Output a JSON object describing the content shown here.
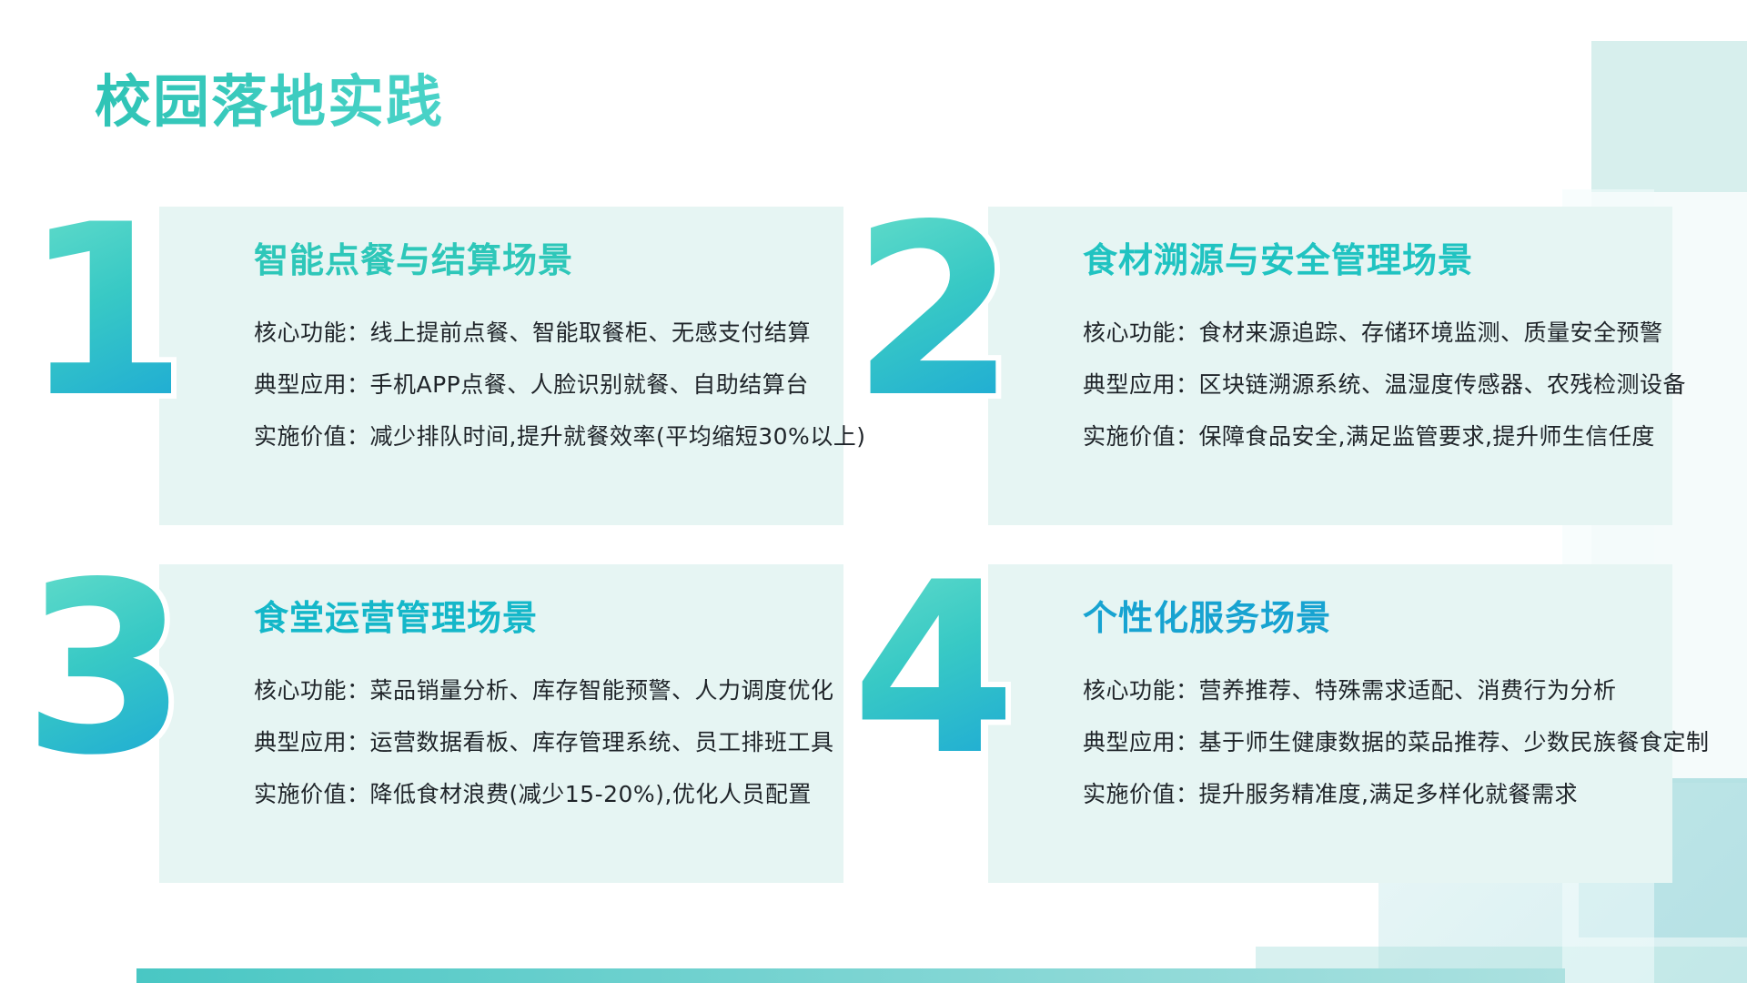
{
  "page": {
    "title": "校园落地实践"
  },
  "colors": {
    "accent_teal": "#33C9BC",
    "card_bg": "#E6F5F3",
    "body_text": "#1F2429",
    "num_grad_start": "#62DCCA",
    "num_grad_mid": "#38C9C5",
    "num_grad_end": "#1CA8D6",
    "bottom_bar_start": "#49C7C4",
    "bottom_bar_end": "#ACE1E0"
  },
  "cards": [
    {
      "number": "1",
      "heading": "智能点餐与结算场景",
      "heading_color": "#2EC7B9",
      "lines": [
        "核心功能：线上提前点餐、智能取餐柜、无感支付结算",
        "典型应用：手机APP点餐、人脸识别就餐、自助结算台",
        "实施价值：减少排队时间,提升就餐效率(平均缩短30%以上)"
      ]
    },
    {
      "number": "2",
      "heading": "食材溯源与安全管理场景",
      "heading_color": "#20C3C1",
      "lines": [
        "核心功能：食材来源追踪、存储环境监测、质量安全预警",
        "典型应用：区块链溯源系统、温湿度传感器、农残检测设备",
        "实施价值：保障食品安全,满足监管要求,提升师生信任度"
      ]
    },
    {
      "number": "3",
      "heading": "食堂运营管理场景",
      "heading_color": "#14B7C9",
      "lines": [
        "核心功能：菜品销量分析、库存智能预警、人力调度优化",
        "典型应用：运营数据看板、库存管理系统、员工排班工具",
        "实施价值：降低食材浪费(减少15-20%),优化人员配置"
      ]
    },
    {
      "number": "4",
      "heading": "个性化服务场景",
      "heading_color": "#17A3D1",
      "lines": [
        "核心功能：营养推荐、特殊需求适配、消费行为分析",
        "典型应用：基于师生健康数据的菜品推荐、少数民族餐食定制",
        "实施价值：提升服务精准度,满足多样化就餐需求"
      ]
    }
  ]
}
